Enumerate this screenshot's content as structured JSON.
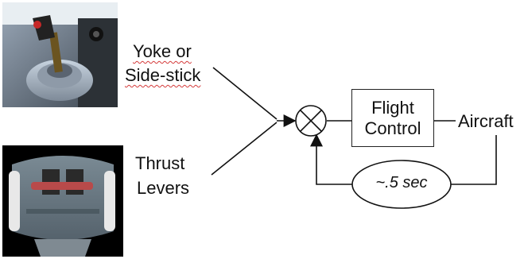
{
  "inputs": {
    "yoke_line1": "Yoke or",
    "yoke_line2": "Side-stick",
    "thrust_line1": "Thrust",
    "thrust_line2": "Levers"
  },
  "block": {
    "line1": "Flight",
    "line2": "Control"
  },
  "output": "Aircraft",
  "delay": "~.5 sec",
  "icons": {
    "yoke_photo": "side-stick-photo",
    "thrust_photo": "thrust-lever-render",
    "summing_junction": "multiply-circle-icon"
  }
}
